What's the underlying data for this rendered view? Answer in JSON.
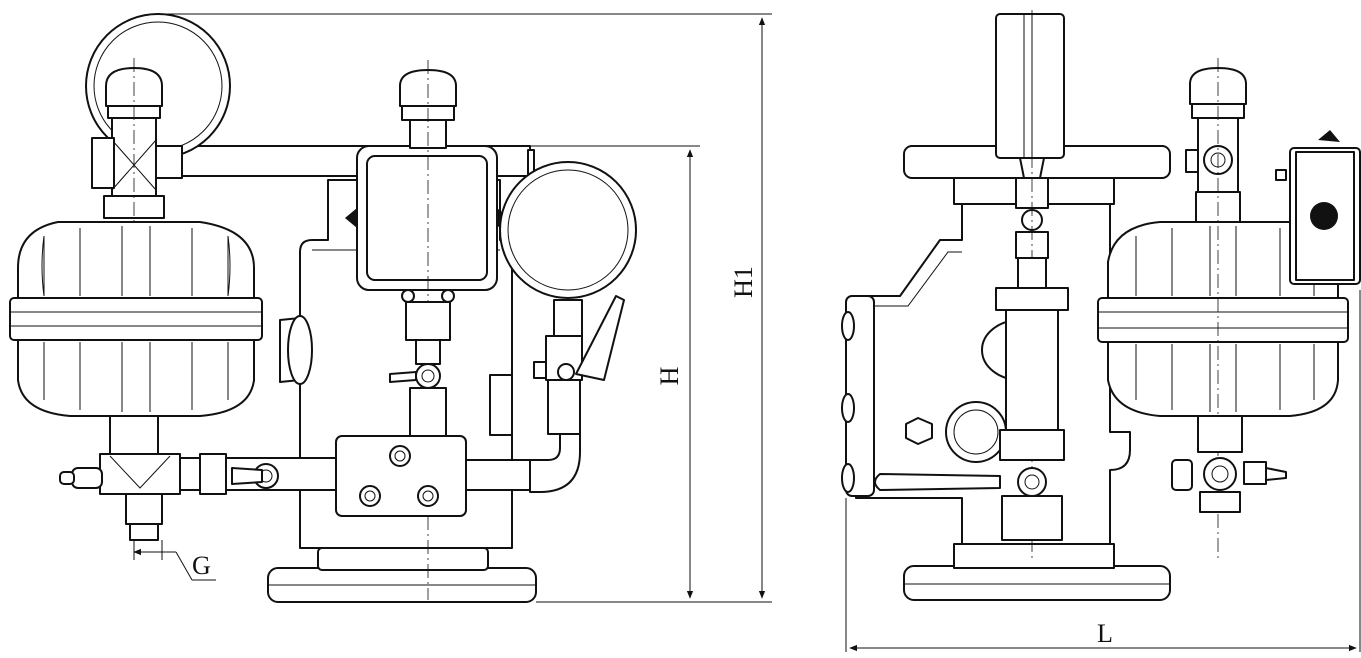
{
  "drawing": {
    "labels": {
      "height_H": "H",
      "height_H1": "H1",
      "length_L": "L",
      "thread_G": "G"
    },
    "views": [
      "front-view",
      "side-view"
    ]
  }
}
